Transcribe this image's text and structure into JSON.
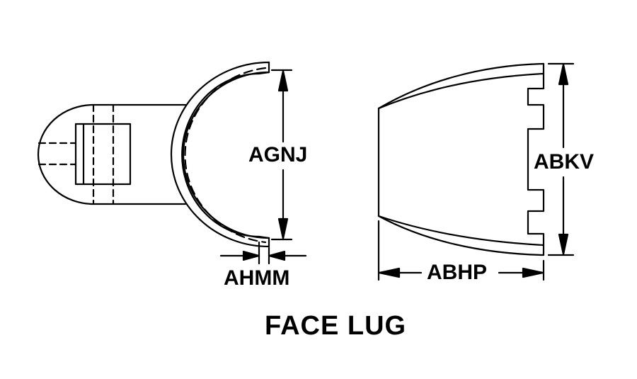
{
  "diagram": {
    "caption": "FACE LUG",
    "dimensions": {
      "agnj": "AGNJ",
      "ahmm": "AHMM",
      "abkv": "ABKV",
      "abhp": "ABHP"
    },
    "colors": {
      "ink": "#000000",
      "background": "#ffffff"
    }
  }
}
